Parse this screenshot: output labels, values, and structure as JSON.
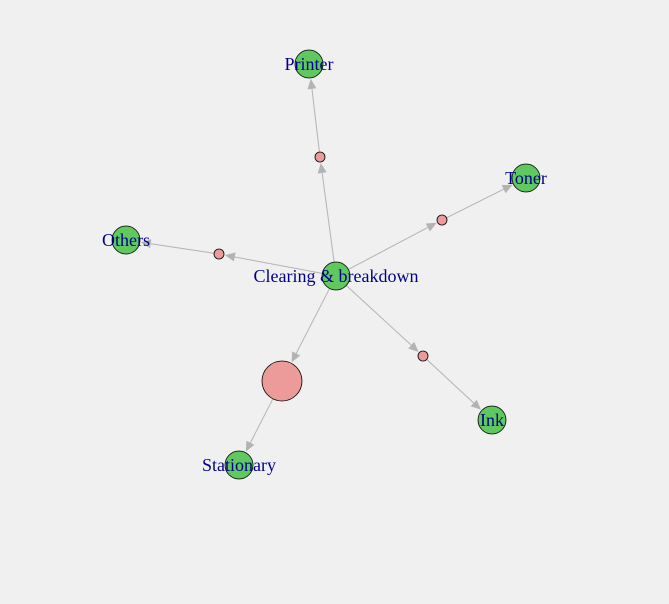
{
  "graph": {
    "type": "association-rules-network",
    "colors": {
      "background": "#f0f0f0",
      "item_node": "#5fc85f",
      "rule_node": "#ec9a9a",
      "edge": "#b3b3b3",
      "label": "#00008b"
    },
    "item_nodes": [
      {
        "id": "clearing",
        "label": "Clearing & breakdown"
      },
      {
        "id": "printer",
        "label": "Printer"
      },
      {
        "id": "toner",
        "label": "Toner"
      },
      {
        "id": "others",
        "label": "Others"
      },
      {
        "id": "stationary",
        "label": "Stationary"
      },
      {
        "id": "ink",
        "label": "Ink"
      }
    ],
    "rule_nodes": [
      {
        "id": "r_printer",
        "size": "small"
      },
      {
        "id": "r_toner",
        "size": "small"
      },
      {
        "id": "r_others",
        "size": "small"
      },
      {
        "id": "r_stationary",
        "size": "large"
      },
      {
        "id": "r_ink",
        "size": "small"
      }
    ],
    "edges": [
      {
        "from": "clearing",
        "to": "r_printer"
      },
      {
        "from": "r_printer",
        "to": "printer"
      },
      {
        "from": "clearing",
        "to": "r_toner"
      },
      {
        "from": "r_toner",
        "to": "toner"
      },
      {
        "from": "clearing",
        "to": "r_others"
      },
      {
        "from": "r_others",
        "to": "others"
      },
      {
        "from": "clearing",
        "to": "r_stationary"
      },
      {
        "from": "r_stationary",
        "to": "stationary"
      },
      {
        "from": "clearing",
        "to": "r_ink"
      },
      {
        "from": "r_ink",
        "to": "ink"
      }
    ]
  }
}
